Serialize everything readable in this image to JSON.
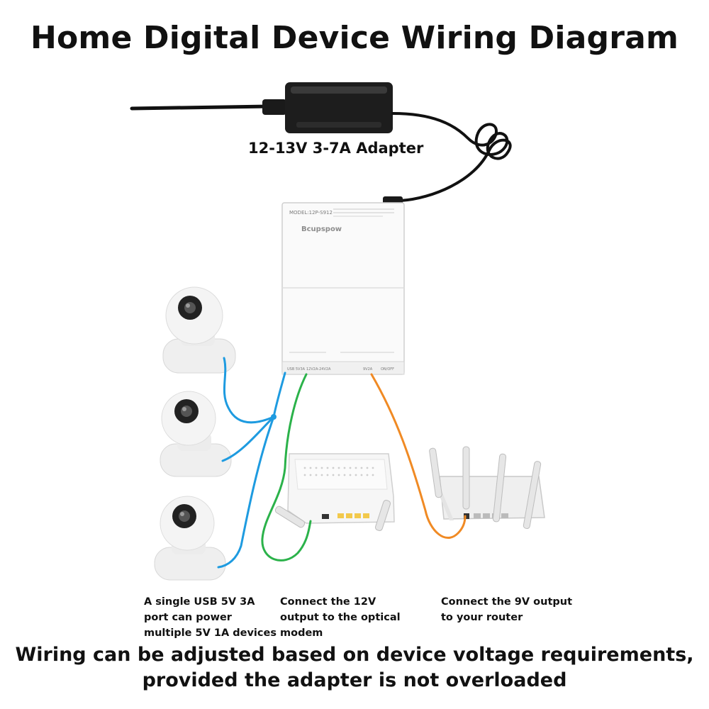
{
  "title": "Home Digital Device Wiring Diagram",
  "adapter": {
    "label": "12-13V 3-7A Adapter"
  },
  "hub": {
    "model": "MODEL:12P-S912",
    "brand": "Bcupspow",
    "port_usb": "USB 5V3A",
    "port_12v": "12V2A-24V2A",
    "port_9v": "9V2A",
    "port_switch": "ON/OFF"
  },
  "captions": {
    "usb": "A single USB 5V 3A port can power multiple 5V 1A devices",
    "v12": "Connect the 12V output to the optical modem",
    "v9": "Connect the 9V output to your router"
  },
  "footer": {
    "line1": "Wiring can be adjusted based on device voltage requirements,",
    "line2": "provided the adapter is not overloaded"
  },
  "colors": {
    "usb_cable": "#1e9be0",
    "modem_cable": "#2bb24a",
    "router_cable": "#f08a24"
  }
}
